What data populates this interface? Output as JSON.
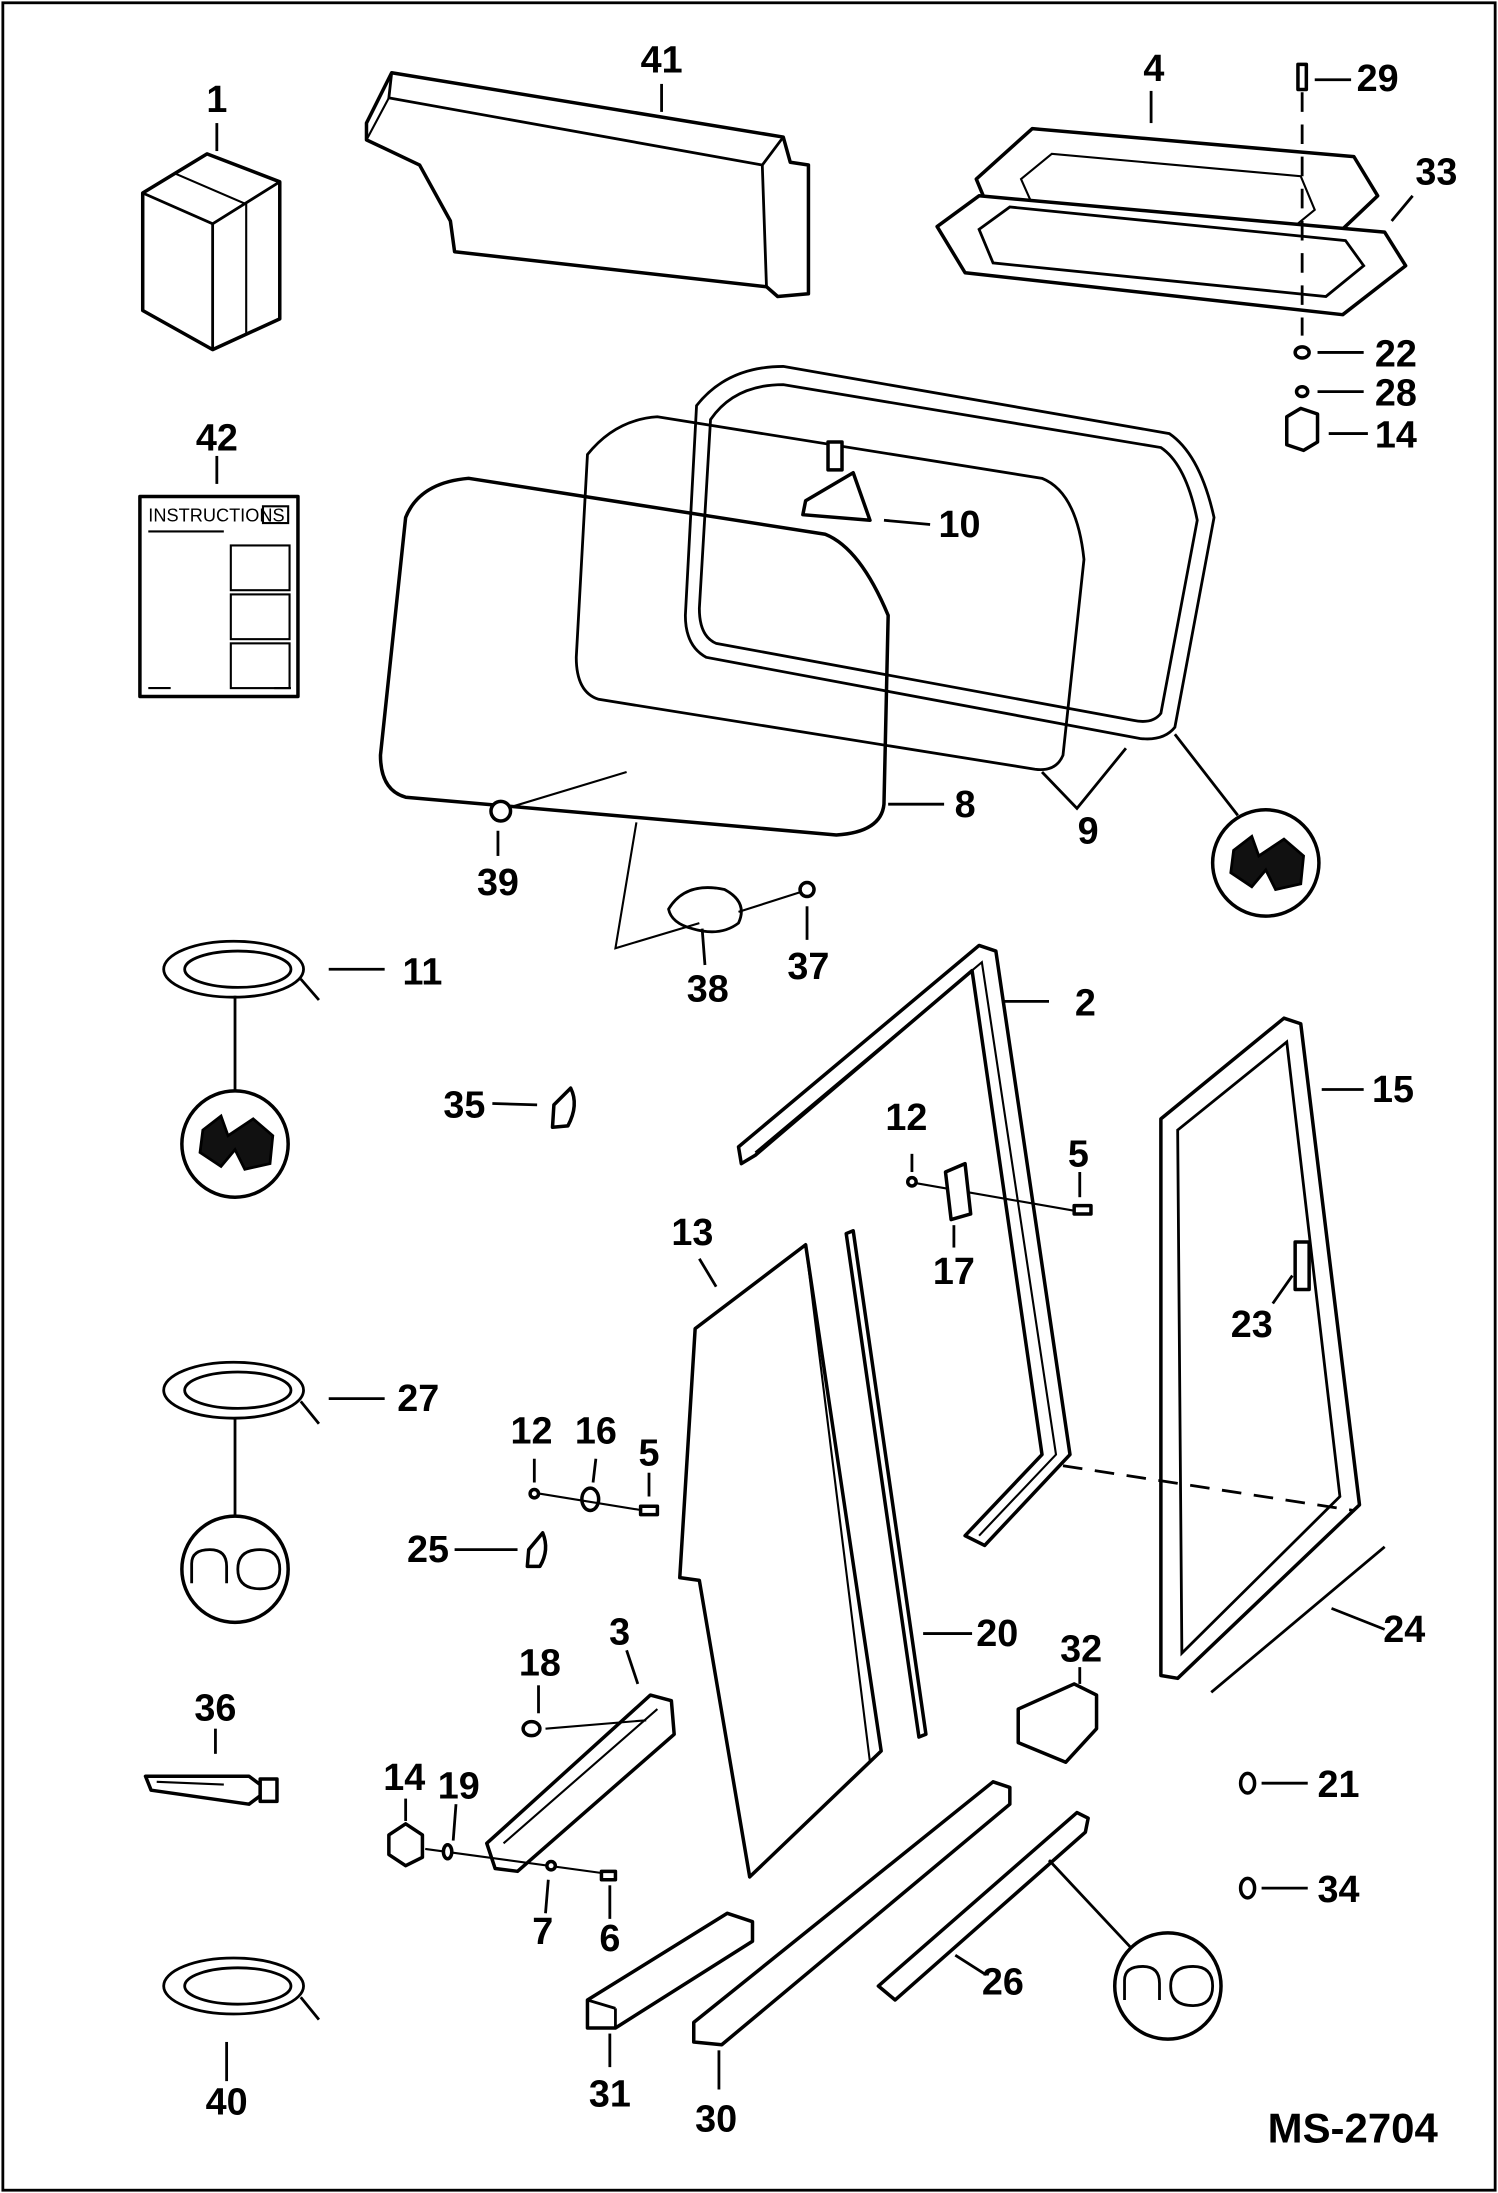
{
  "diagram": {
    "code": "MS-2704",
    "instructions_label": "INSTRUCTIONS",
    "callouts": [
      {
        "id": "c1",
        "label": "1"
      },
      {
        "id": "c41",
        "label": "41"
      },
      {
        "id": "c4",
        "label": "4"
      },
      {
        "id": "c29",
        "label": "29"
      },
      {
        "id": "c33",
        "label": "33"
      },
      {
        "id": "c22",
        "label": "22"
      },
      {
        "id": "c28",
        "label": "28"
      },
      {
        "id": "c14a",
        "label": "14"
      },
      {
        "id": "c42",
        "label": "42"
      },
      {
        "id": "c10",
        "label": "10"
      },
      {
        "id": "c8",
        "label": "8"
      },
      {
        "id": "c9",
        "label": "9"
      },
      {
        "id": "c39",
        "label": "39"
      },
      {
        "id": "c37",
        "label": "37"
      },
      {
        "id": "c38",
        "label": "38"
      },
      {
        "id": "c11",
        "label": "11"
      },
      {
        "id": "c2",
        "label": "2"
      },
      {
        "id": "c15",
        "label": "15"
      },
      {
        "id": "c35",
        "label": "35"
      },
      {
        "id": "c12a",
        "label": "12"
      },
      {
        "id": "c5a",
        "label": "5"
      },
      {
        "id": "c17",
        "label": "17"
      },
      {
        "id": "c13",
        "label": "13"
      },
      {
        "id": "c23",
        "label": "23"
      },
      {
        "id": "c27",
        "label": "27"
      },
      {
        "id": "c12b",
        "label": "12"
      },
      {
        "id": "c16",
        "label": "16"
      },
      {
        "id": "c5b",
        "label": "5"
      },
      {
        "id": "c25",
        "label": "25"
      },
      {
        "id": "c20",
        "label": "20"
      },
      {
        "id": "c24",
        "label": "24"
      },
      {
        "id": "c3",
        "label": "3"
      },
      {
        "id": "c18",
        "label": "18"
      },
      {
        "id": "c32",
        "label": "32"
      },
      {
        "id": "c36",
        "label": "36"
      },
      {
        "id": "c14b",
        "label": "14"
      },
      {
        "id": "c19",
        "label": "19"
      },
      {
        "id": "c21",
        "label": "21"
      },
      {
        "id": "c34",
        "label": "34"
      },
      {
        "id": "c7",
        "label": "7"
      },
      {
        "id": "c6",
        "label": "6"
      },
      {
        "id": "c26",
        "label": "26"
      },
      {
        "id": "c40",
        "label": "40"
      },
      {
        "id": "c31",
        "label": "31"
      },
      {
        "id": "c30",
        "label": "30"
      }
    ]
  }
}
